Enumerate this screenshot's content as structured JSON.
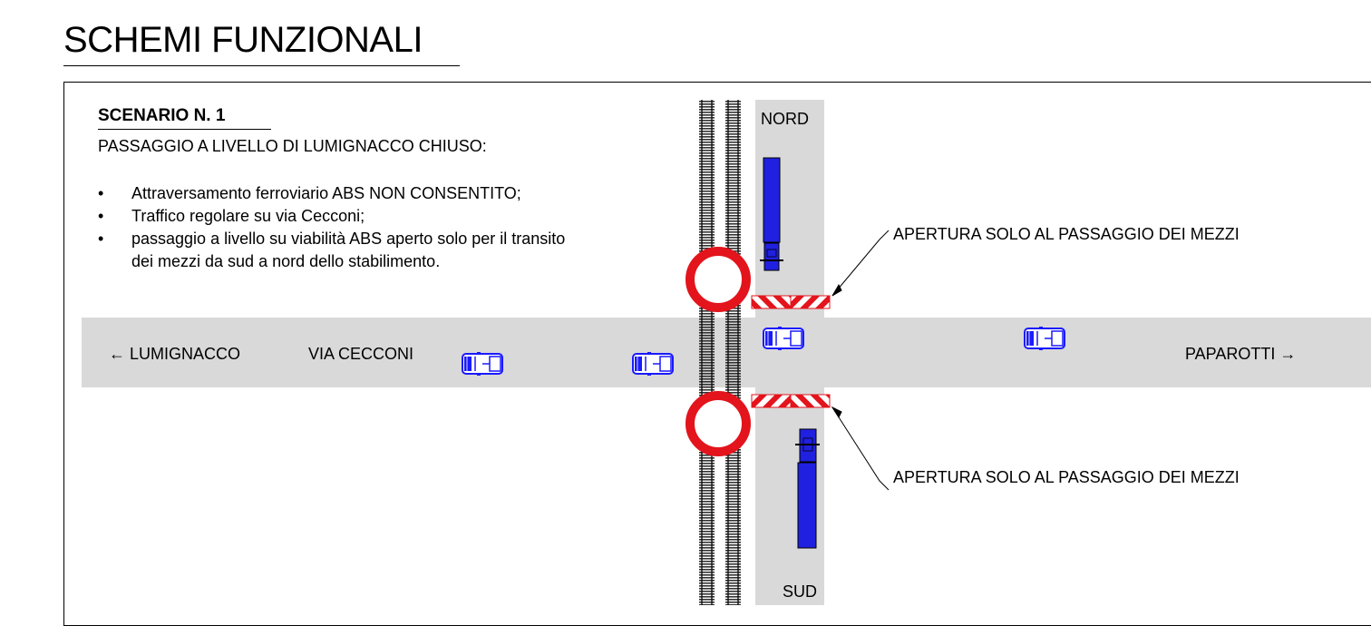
{
  "page_title": "SCHEMI FUNZIONALI",
  "scenario": {
    "title": "SCENARIO N. 1",
    "subtitle": "PASSAGGIO A LIVELLO DI LUMIGNACCO CHIUSO:",
    "bullets": [
      "Attraversamento ferroviario ABS NON CONSENTITO;",
      "Traffico regolare su via Cecconi;",
      "passaggio a livello su viabilità ABS aperto solo per il transito",
      "dei mezzi da sud a nord dello stabilimento."
    ]
  },
  "road_labels": {
    "west": "← LUMIGNACCO",
    "street": "VIA CECCONI",
    "east": "PAPAROTTI →",
    "north": "NORD",
    "south": "SUD"
  },
  "annotations": {
    "barrier_north": "APERTURA SOLO AL PASSAGGIO DEI MEZZI",
    "barrier_south": "APERTURA SOLO AL PASSAGGIO DEI MEZZI"
  },
  "colors": {
    "road": "#d9d9d9",
    "vehicle_blue": "#1a1aff",
    "truck_blue": "#2020e0",
    "no_entry_red": "#e3141c",
    "barrier_red": "#e3141c",
    "rail": "#333333"
  },
  "icons": [
    "no-transit-sign-icon",
    "truck-icon",
    "car-icon",
    "barrier-icon",
    "railway-track-icon"
  ]
}
